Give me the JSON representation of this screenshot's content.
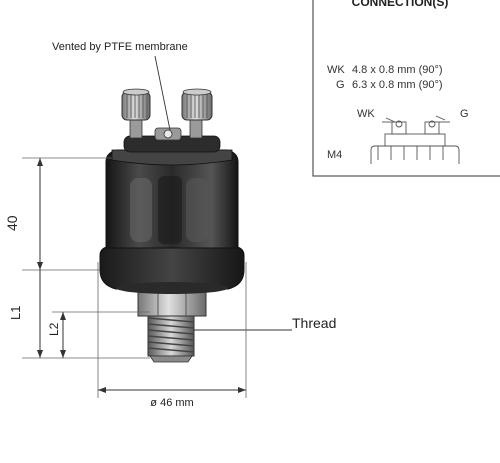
{
  "drawing": {
    "membrane_label": "Vented by PTFE membrane",
    "thread_label": "Thread",
    "dim_height": "40",
    "dim_l1": "L1",
    "dim_l2": "L2",
    "dim_diameter": "ø 46 mm"
  },
  "connection_panel": {
    "title": "CONNECTION(S)",
    "rows": [
      {
        "name": "WK",
        "spec": "4.8 x 0.8 mm (90°)"
      },
      {
        "name": "G",
        "spec": "6.3 x 0.8 mm (90°)"
      }
    ],
    "terminal_left_label": "WK",
    "terminal_right_label": "G",
    "thread_label": "M4"
  },
  "colors": {
    "body_dark": "#1f1f1f",
    "body_mid": "#3a3a3a",
    "body_light": "#8a8a8a",
    "cap_metal": "#b8b8b8",
    "dimension_line": "#333333"
  }
}
